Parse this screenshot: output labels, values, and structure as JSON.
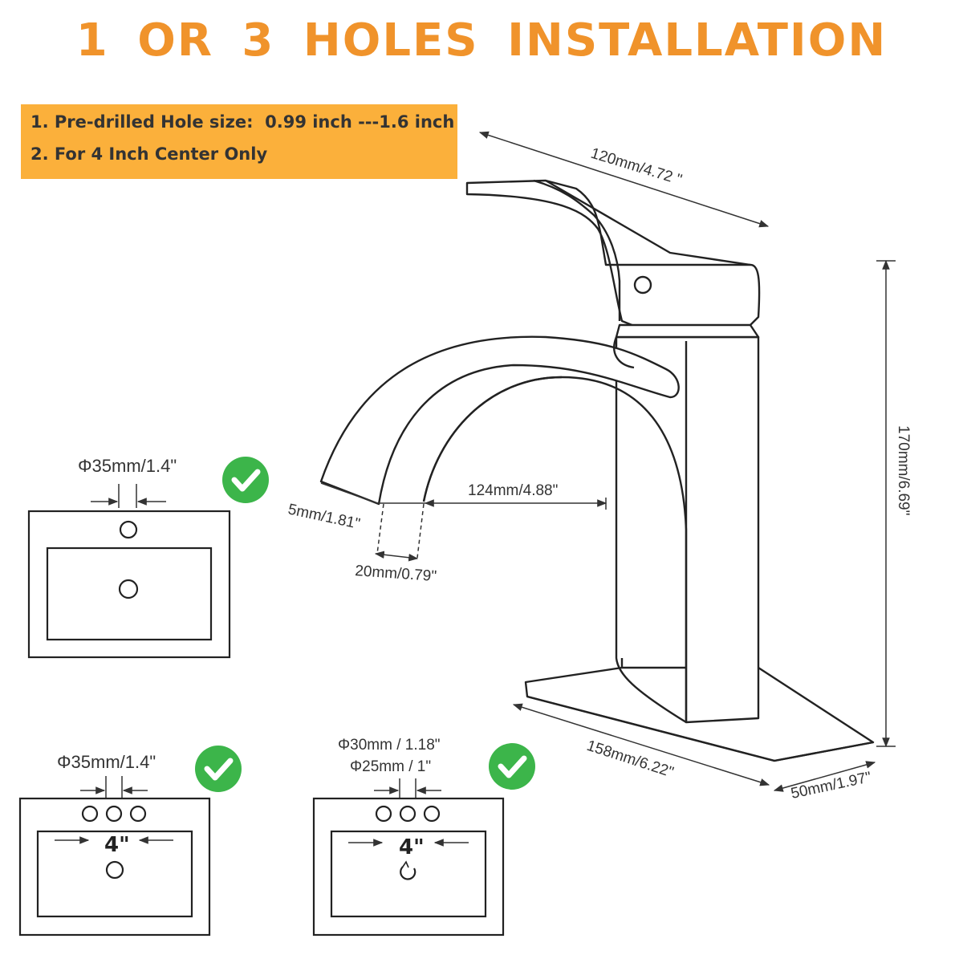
{
  "title": "1 OR 3  HOLES INSTALLATION",
  "info": {
    "line1": "1. Pre-drilled Hole size:  0.99 inch ---1.6 inch",
    "line2": "2. For 4 Inch Center Only"
  },
  "dimensions": {
    "handle_length": "120mm/4.72 \"",
    "height": "170mm/6.69\"",
    "spout_reach": "124mm/4.88\"",
    "spout_offset": "5mm/1.81\"",
    "outlet_width": "20mm/0.79\"",
    "base_length": "158mm/6.22\"",
    "base_width": "50mm/1.97\""
  },
  "sink_single": {
    "hole_label": "Φ35mm/1.4\""
  },
  "sink_three_a": {
    "hole_label": "Φ35mm/1.4\"",
    "spacing": "4\""
  },
  "sink_three_b": {
    "hole_label_1": "Φ30mm /  1.18\"",
    "hole_label_2": "Φ25mm / 1\"",
    "spacing": "4\""
  },
  "colors": {
    "title": "#f0932b",
    "infobox": "#fbb03b",
    "check": "#3cb54a",
    "line": "#333333"
  },
  "icons": [
    "check-icon"
  ]
}
